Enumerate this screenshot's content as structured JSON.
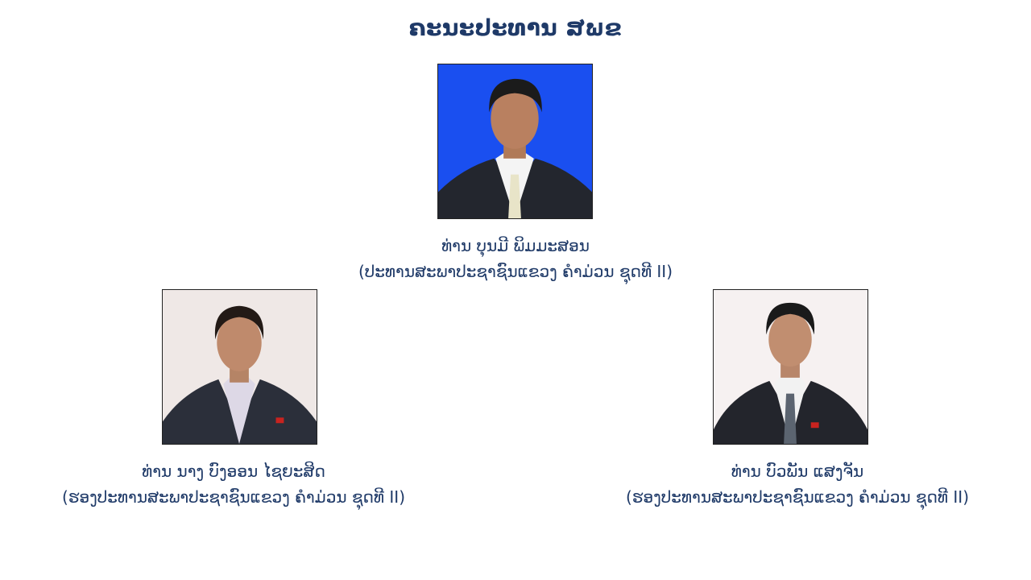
{
  "title": "ຄະນະປະທານ ສພຂ",
  "members": {
    "president": {
      "name": "ທ່ານ ບຸນມີ ພິມມະສອນ",
      "role": "(ປະທານສະພາປະຊາຊົນແຂວງ ຄໍາມ່ວນ ຊຸດທີ II)",
      "photo_background": "#1a4ff0"
    },
    "vice1": {
      "name": "ທ່ານ ນາງ ບົງອອນ ໄຊຍະສິດ",
      "role": "(ຮອງປະທານສະພາປະຊາຊົນແຂວງ ຄໍາມ່ວນ ຊຸດທີ II)",
      "photo_background": "#efe8e6"
    },
    "vice2": {
      "name": "ທ່ານ ບົວພັນ ແສງຈັນ",
      "role": "(ຮອງປະທານສະພາປະຊາຊົນແຂວງ ຄໍາມ່ວນ ຊຸດທີ II)",
      "photo_background": "#f6f1f1"
    }
  }
}
